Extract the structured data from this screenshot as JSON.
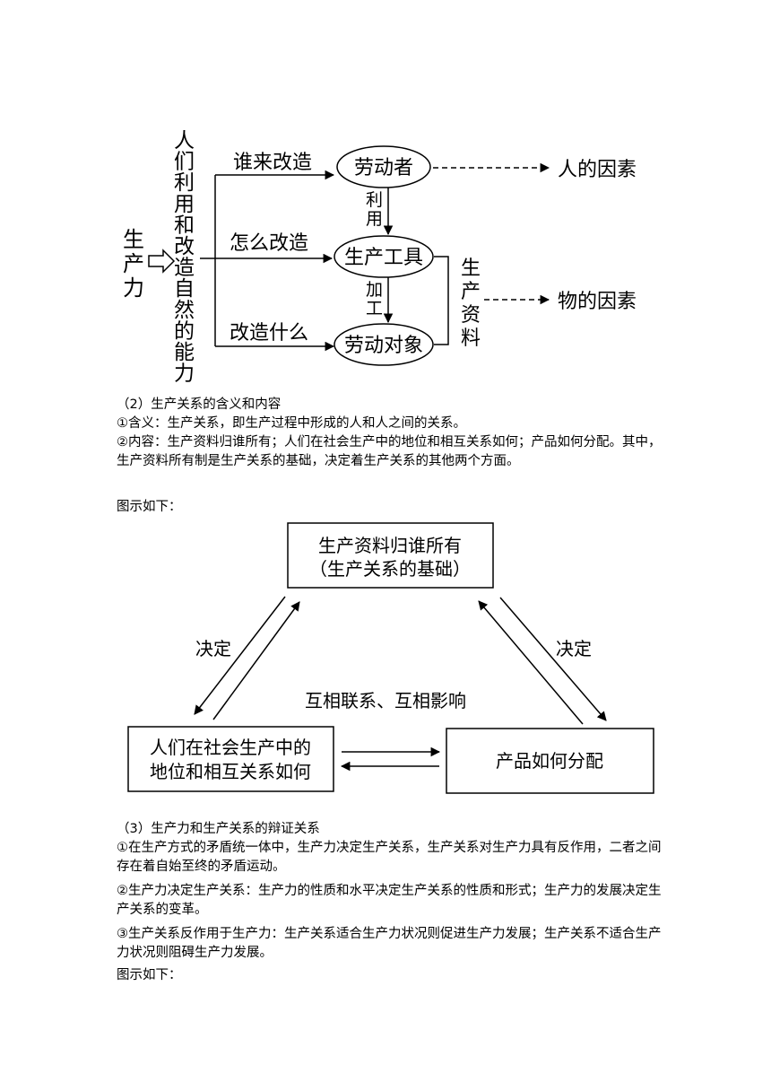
{
  "diagram1": {
    "left_label": "生产力",
    "vertical_label": "人们利用和改造自然的能力",
    "branch_top": "谁来改造",
    "branch_mid": "怎么改造",
    "branch_bottom": "改造什么",
    "node_laborer": "劳动者",
    "node_tools": "生产工具",
    "node_object": "劳动对象",
    "link_use": "利用",
    "link_process": "加工",
    "bracket_label": "生产资料",
    "factor_human": "人的因素",
    "factor_material": "物的因素"
  },
  "section2": {
    "heading": "（2）生产关系的含义和内容",
    "p1": "①含义：生产关系，即生产过程中形成的人和人之间的关系。",
    "p2": "②内容：生产资料归谁所有；人们在社会生产中的地位和相互关系如何；产品如何分配。其中，生产资料所有制是生产关系的基础，决定着生产关系的其他两个方面。",
    "p3": "图示如下："
  },
  "diagram2": {
    "top_line1": "生产资料归谁所有",
    "top_line2": "（生产关系的基础）",
    "left_line1": "人们在社会生产中的",
    "left_line2": "地位和相互关系如何",
    "right_box": "产品如何分配",
    "decide_left": "决定",
    "decide_right": "决定",
    "mutual": "互相联系、互相影响"
  },
  "section3": {
    "heading": "（3）生产力和生产关系的辩证关系",
    "p1": "①在生产方式的矛盾统一体中，生产力决定生产关系，生产关系对生产力具有反作用，二者之间存在着自始至终的矛盾运动。",
    "p2": "②生产力决定生产关系：生产力的性质和水平决定生产关系的性质和形式；生产力的发展决定生产关系的变革。",
    "p3": "③生产关系反作用于生产力：生产关系适合生产力状况则促进生产力发展；生产关系不适合生产力状况则阻碍生产力发展。",
    "p4": "图示如下："
  }
}
